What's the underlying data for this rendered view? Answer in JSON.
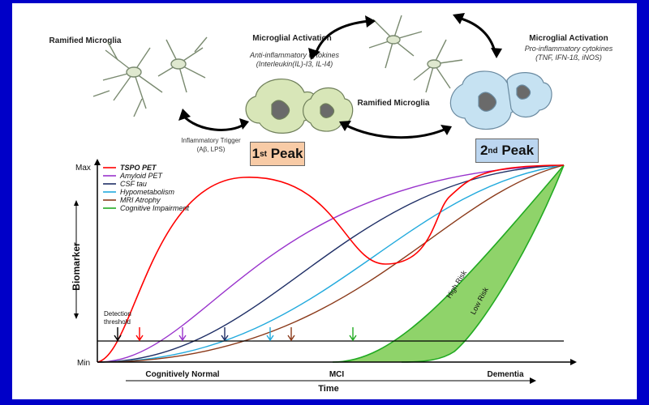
{
  "top": {
    "ramified_left": "Ramified Microglia",
    "activation_anti_title": "Microglial Activation",
    "activation_anti_line1": "Anti-inflammatory cytokines",
    "activation_anti_line2": "(Interleukin(IL)-I3, IL-I4)",
    "ramified_center": "Ramified Microglia",
    "activation_pro_title": "Microglial Activation",
    "activation_pro_line1": "Pro-inflammatory cytokines",
    "activation_pro_line2": "(TNF, IFN-1ß, iNOS)",
    "trigger_line1": "Inflammatory Trigger",
    "trigger_line2": "(Aβ, LPS)",
    "peak1_num": "1",
    "peak1_sup": "st",
    "peak1_word": " Peak",
    "peak2_num": "2",
    "peak2_sup": "nd",
    "peak2_word": " Peak",
    "colors": {
      "peak1": "#f8cba6",
      "peak2": "#bcd6f0",
      "cell_green": "#d8e6b8",
      "cell_blue": "#c6e2f2"
    }
  },
  "chart": {
    "y_max": "Max",
    "y_min": "Min",
    "y_label": "Biomarker",
    "x_label": "Time",
    "stage_normal": "Cognitively Normal",
    "stage_mci": "MCI",
    "stage_dementia": "Dementia",
    "detection_line1": "Detection",
    "detection_line2": "threshold",
    "high_risk": "High Risk",
    "low_risk": "Low Risk",
    "legend": [
      {
        "label": "TSPO PET",
        "color": "#ff0000",
        "bold": true
      },
      {
        "label": "Amyloid PET",
        "color": "#9933cc",
        "bold": false
      },
      {
        "label": "CSF tau",
        "color": "#1f2f66",
        "bold": false
      },
      {
        "label": "Hypometabolism",
        "color": "#22aadd",
        "bold": false
      },
      {
        "label": "MRI Atrophy",
        "color": "#8b3a1a",
        "bold": false
      },
      {
        "label": "Cognitive Impairment",
        "color": "#22aa22",
        "bold": false
      }
    ],
    "fill_color": "#8fd36a"
  }
}
